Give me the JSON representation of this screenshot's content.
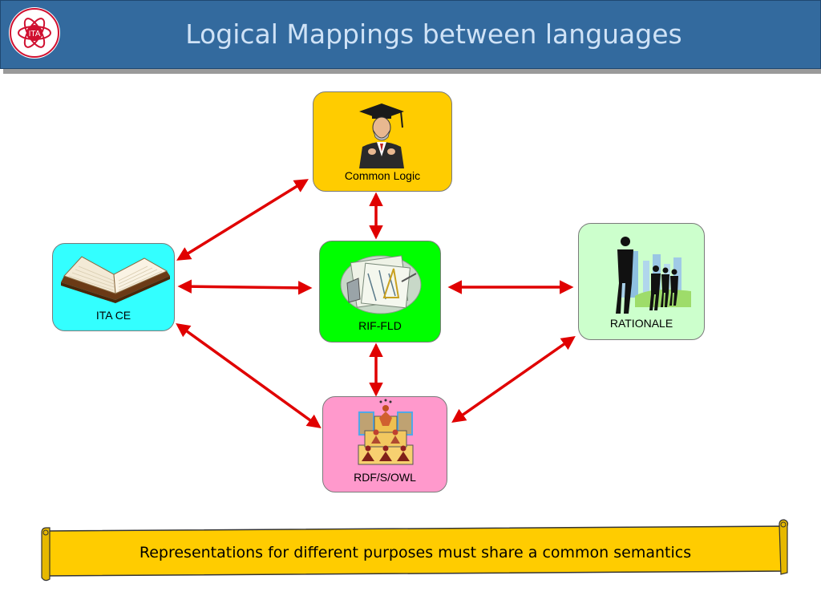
{
  "header": {
    "title": "Logical Mappings between languages",
    "logo_text": "ITA"
  },
  "nodes": {
    "common_logic": {
      "label": "Common Logic",
      "icon": "professor-icon",
      "color": "#ffcc00"
    },
    "ita_ce": {
      "label": "ITA CE",
      "icon": "open-book-icon",
      "color": "#33ffff"
    },
    "rif_fld": {
      "label": "RIF-FLD",
      "icon": "blueprint-tools-icon",
      "color": "#00ff00"
    },
    "rationale": {
      "label": "RATIONALE",
      "icon": "business-people-icon",
      "color": "#ccffcc"
    },
    "rdf_s_owl": {
      "label": "RDF/S/OWL",
      "icon": "human-pyramid-icon",
      "color": "#ff99cc"
    }
  },
  "arrow_color": "#e00000",
  "banner": {
    "text": "Representations for different purposes must share a common semantics",
    "color": "#ffcc00"
  }
}
